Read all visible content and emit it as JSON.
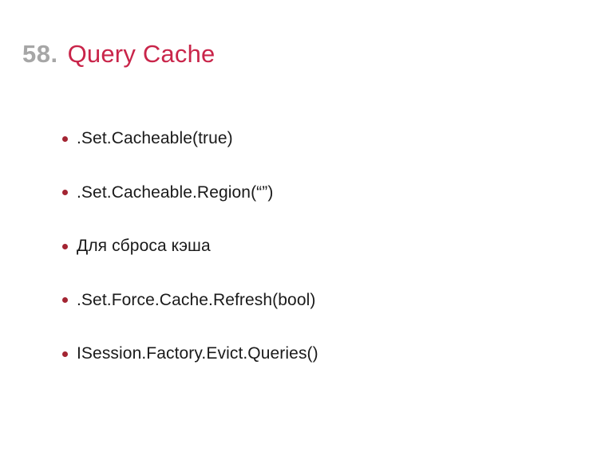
{
  "slide": {
    "number": "58.",
    "title": "Query Cache",
    "colors": {
      "title_accent": "#c9254a",
      "title_number": "#a6a6a6",
      "bullet_marker": "#a32432",
      "body_text": "#1a1a1a",
      "background": "#ffffff"
    },
    "bullets": [
      {
        "label": ".Set.Cacheable(true)"
      },
      {
        "label": ".Set.Cacheable.Region(“”)"
      },
      {
        "label": "Для сброса кэша"
      },
      {
        "label": ".Set.Force.Cache.Refresh(bool)"
      },
      {
        "label": "ISession.Factory.Evict.Queries()"
      }
    ]
  }
}
